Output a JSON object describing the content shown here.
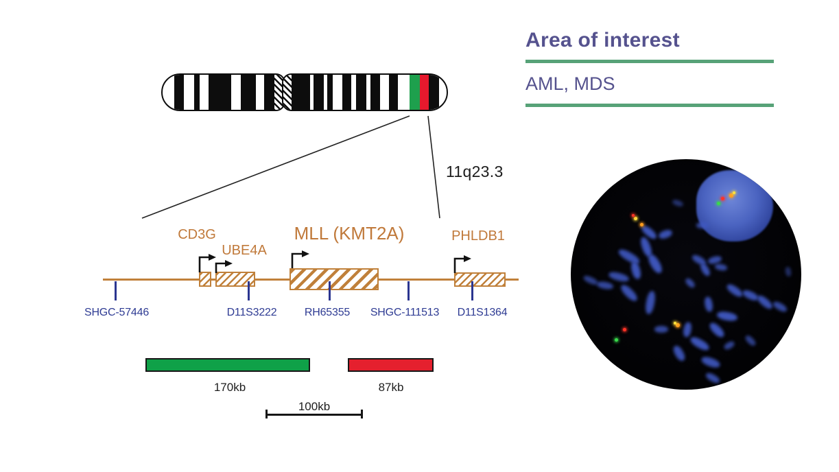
{
  "header": {
    "title": "Area of interest",
    "subtitle": "AML, MDS"
  },
  "ideogram": {
    "locus_label": "11q23.3"
  },
  "gene_map": {
    "genes": [
      {
        "name": "CD3G"
      },
      {
        "name": "UBE4A"
      },
      {
        "name": "MLL (KMT2A)"
      },
      {
        "name": "PHLDB1"
      }
    ],
    "markers": [
      {
        "name": "SHGC-57446"
      },
      {
        "name": "D11S3222"
      },
      {
        "name": "RH65355"
      },
      {
        "name": "SHGC-111513"
      },
      {
        "name": "D11S1364"
      }
    ]
  },
  "probes": {
    "green_probe": {
      "size_label": "170kb",
      "color": "#0fa148"
    },
    "red_probe": {
      "size_label": "87kb",
      "color": "#e5202e"
    },
    "scale_bar": {
      "label": "100kb"
    }
  },
  "colors": {
    "heading_text": "#55528e",
    "rule_green": "#57a278",
    "map_orange": "#c0803a",
    "marker_blue": "#2e3b93",
    "ideogram_green_band": "#1ea04d",
    "ideogram_red_band": "#e6192d",
    "fish_signal_red": "#ff3326",
    "fish_signal_green": "#39d94b",
    "fish_signal_orange": "#ff9d1e",
    "fish_signal_yellow": "#ffe23c"
  }
}
